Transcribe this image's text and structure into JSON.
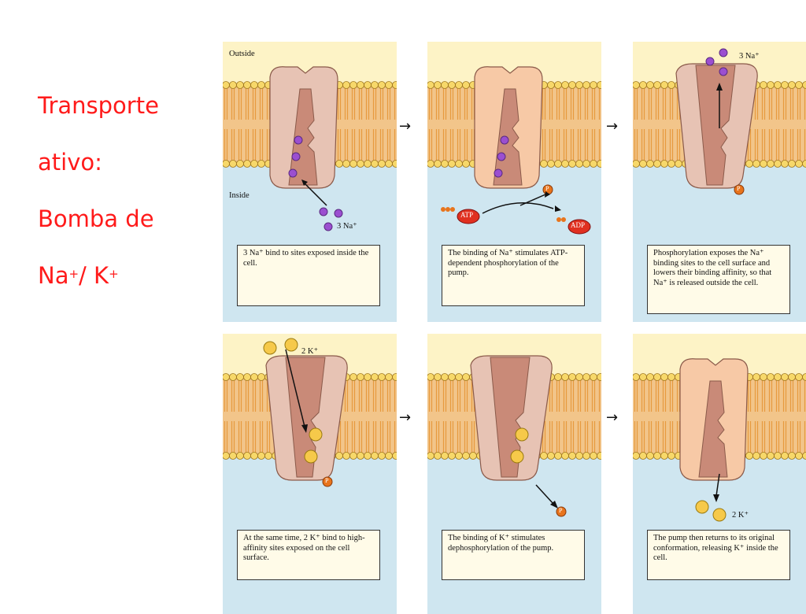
{
  "title": {
    "line1": "Transporte",
    "line2": "ativo:",
    "line3": "Bomba de",
    "line4_a": "Na",
    "line4_sup1": "+",
    "line4_b": "/ K",
    "line4_sup2": "+"
  },
  "panel1": {
    "outside_label": "Outside",
    "inside_label": "Inside",
    "ion_label": "3 Na⁺",
    "caption": "3 Na⁺ bind to sites exposed inside the cell."
  },
  "panel2": {
    "atp_label": "ATP",
    "adp_label": "ADP",
    "phosphate_label": "P",
    "caption": "The binding of Na⁺ stimulates ATP-dependent phosphorylation of the pump."
  },
  "panel3": {
    "ion_label": "3 Na⁺",
    "phosphate_label": "P",
    "caption": "Phosphorylation exposes the Na⁺ binding sites to the cell surface and lowers their binding affinity, so that Na⁺ is released outside the cell."
  },
  "panel4": {
    "ion_label": "2 K⁺",
    "phosphate_label": "P",
    "caption": "At the same time, 2 K⁺ bind to high-affinity sites exposed on the cell surface."
  },
  "panel5": {
    "phosphate_label": "P",
    "caption": "The binding of K⁺ stimulates dephosphorylation of the pump."
  },
  "panel6": {
    "ion_label": "2 K⁺",
    "caption": "The pump then returns to its original conformation, releasing K⁺ inside the cell."
  },
  "colors": {
    "outside": "#fdf3c6",
    "inside": "#cfe6f0",
    "membrane": "#e79a3e",
    "protein_dark": "#c98a78",
    "protein_light": "#e7c3b4",
    "protein_highlight": "#f7c9a6",
    "sodium": "#9b4fd0",
    "potassium": "#f6c94a",
    "phosphate": "#e8741c",
    "title": "#ff1a1a"
  }
}
